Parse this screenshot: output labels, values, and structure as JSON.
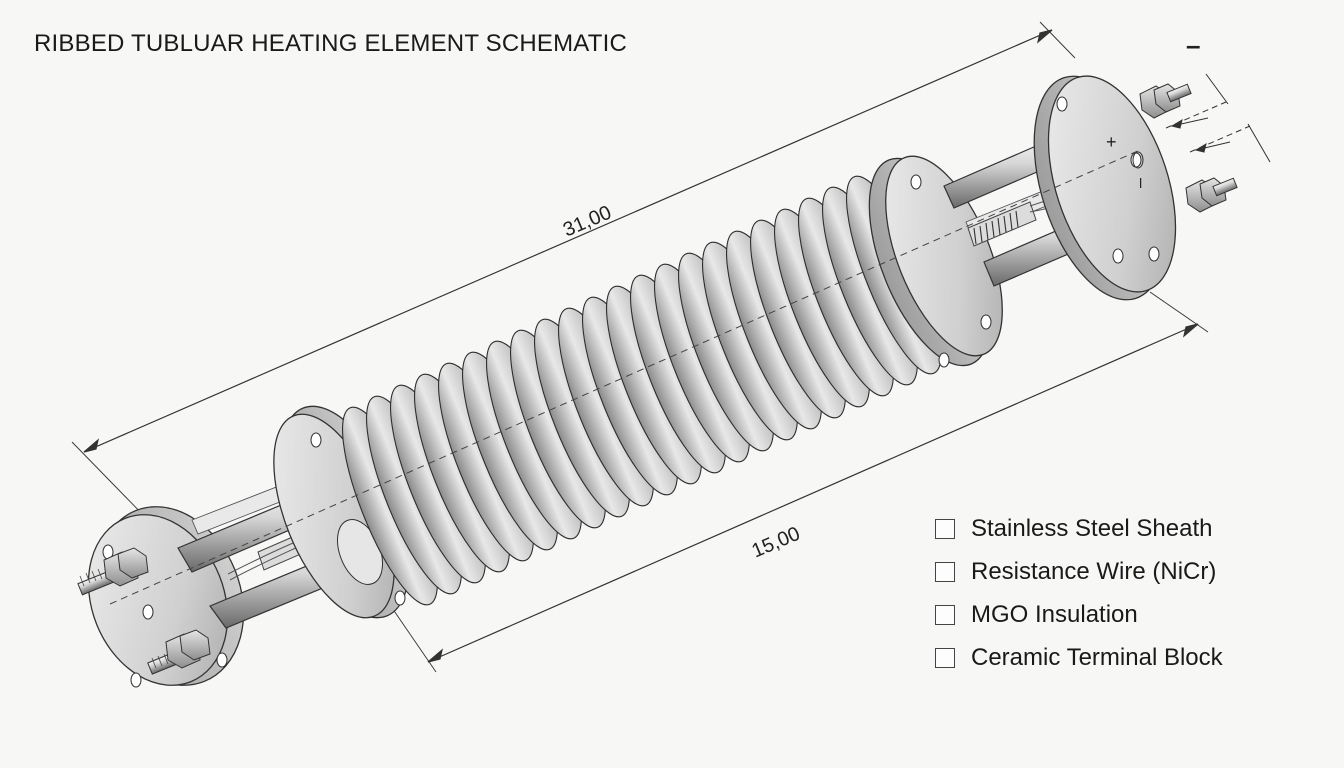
{
  "title": "RIBBED TUBLUAR HEATING ELEMENT SCHEMATIC",
  "dimensions": {
    "overall": "31,00",
    "ribbed_section": "15,00"
  },
  "terminal_marks": {
    "minus_top": "–",
    "plus": "+",
    "minus_side": "–"
  },
  "legend": {
    "items": [
      {
        "label": "Stainless Steel Sheath"
      },
      {
        "label": "Resistance Wire (NiCr)"
      },
      {
        "label": "MGO Insulation"
      },
      {
        "label": "Ceramic Terminal Block"
      }
    ]
  }
}
